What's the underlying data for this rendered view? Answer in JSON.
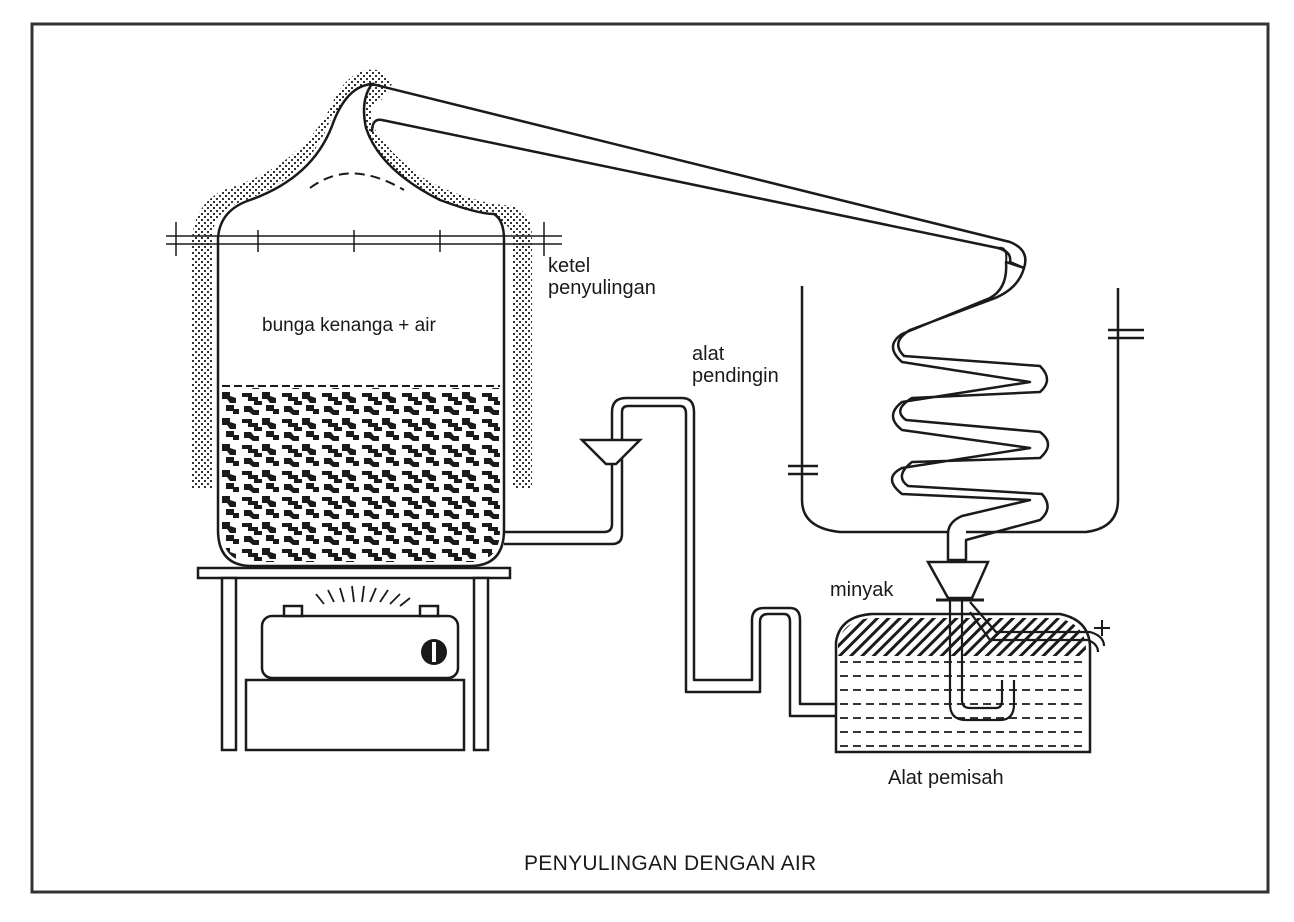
{
  "title": "PENYULINGAN DENGAN AIR",
  "labels": {
    "kettle_line1": "ketel",
    "kettle_line2": "penyulingan",
    "contents": "bunga kenanga + air",
    "cooler_line1": "alat",
    "cooler_line2": "pendingin",
    "oil": "minyak",
    "separator": "Alat pemisah"
  },
  "colors": {
    "ink": "#1a1a1a",
    "paper": "#ffffff",
    "insulation_dots": "#333333"
  }
}
